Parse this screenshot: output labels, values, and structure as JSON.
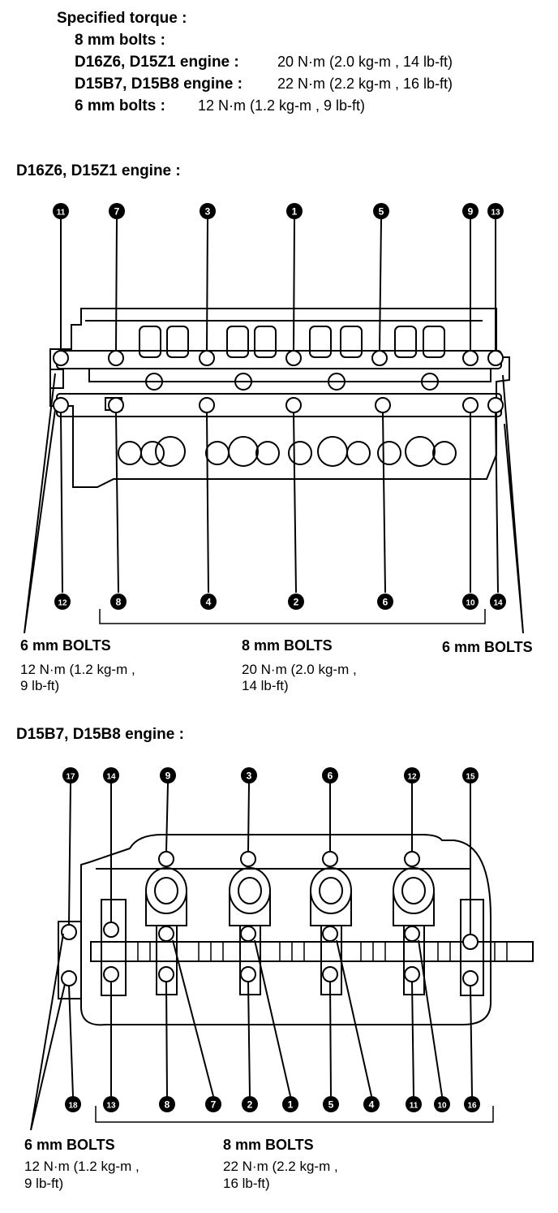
{
  "spec": {
    "heading": "Specified torque :",
    "bolts8_heading": "8 mm bolts :",
    "d16_engine_label": "D16Z6, D15Z1 engine :",
    "d16_engine_value": "20  N·m (2.0  kg-m ,  14  lb-ft)",
    "d15b_engine_label": "D15B7, D15B8 engine :",
    "d15b_engine_value": "22  N·m (2.2  kg-m ,  16  lb-ft)",
    "bolts6_label": "6 mm bolts :",
    "bolts6_value": "12  N·m (1.2  kg-m ,  9  lb-ft)"
  },
  "section1": {
    "title": "D16Z6, D15Z1 engine :",
    "top_callouts": [
      "11",
      "7",
      "3",
      "1",
      "5",
      "9",
      "13"
    ],
    "bottom_callouts": [
      "12",
      "8",
      "4",
      "2",
      "6",
      "10",
      "14"
    ],
    "left_label": "6 mm BOLTS",
    "left_value_1": "12  N·m  (1.2  kg-m ,",
    "left_value_2": "9  lb-ft)",
    "mid_label": "8 mm BOLTS",
    "mid_value_1": "20  N·m  (2.0  kg-m ,",
    "mid_value_2": "14  lb-ft)",
    "right_label": "6 mm BOLTS"
  },
  "section2": {
    "title": "D15B7, D15B8 engine :",
    "top_callouts": [
      "17",
      "14",
      "9",
      "3",
      "6",
      "12",
      "15"
    ],
    "bottom_callouts": [
      "18",
      "13",
      "8",
      "7",
      "2",
      "1",
      "5",
      "4",
      "11",
      "10",
      "16"
    ],
    "left_label": "6 mm BOLTS",
    "left_value_1": "12  N·m  (1.2  kg-m ,",
    "left_value_2": "9  lb-ft)",
    "mid_label": "8 mm BOLTS",
    "mid_value_1": "22  N·m  (2.2  kg-m ,",
    "mid_value_2": "16  lb-ft)"
  }
}
